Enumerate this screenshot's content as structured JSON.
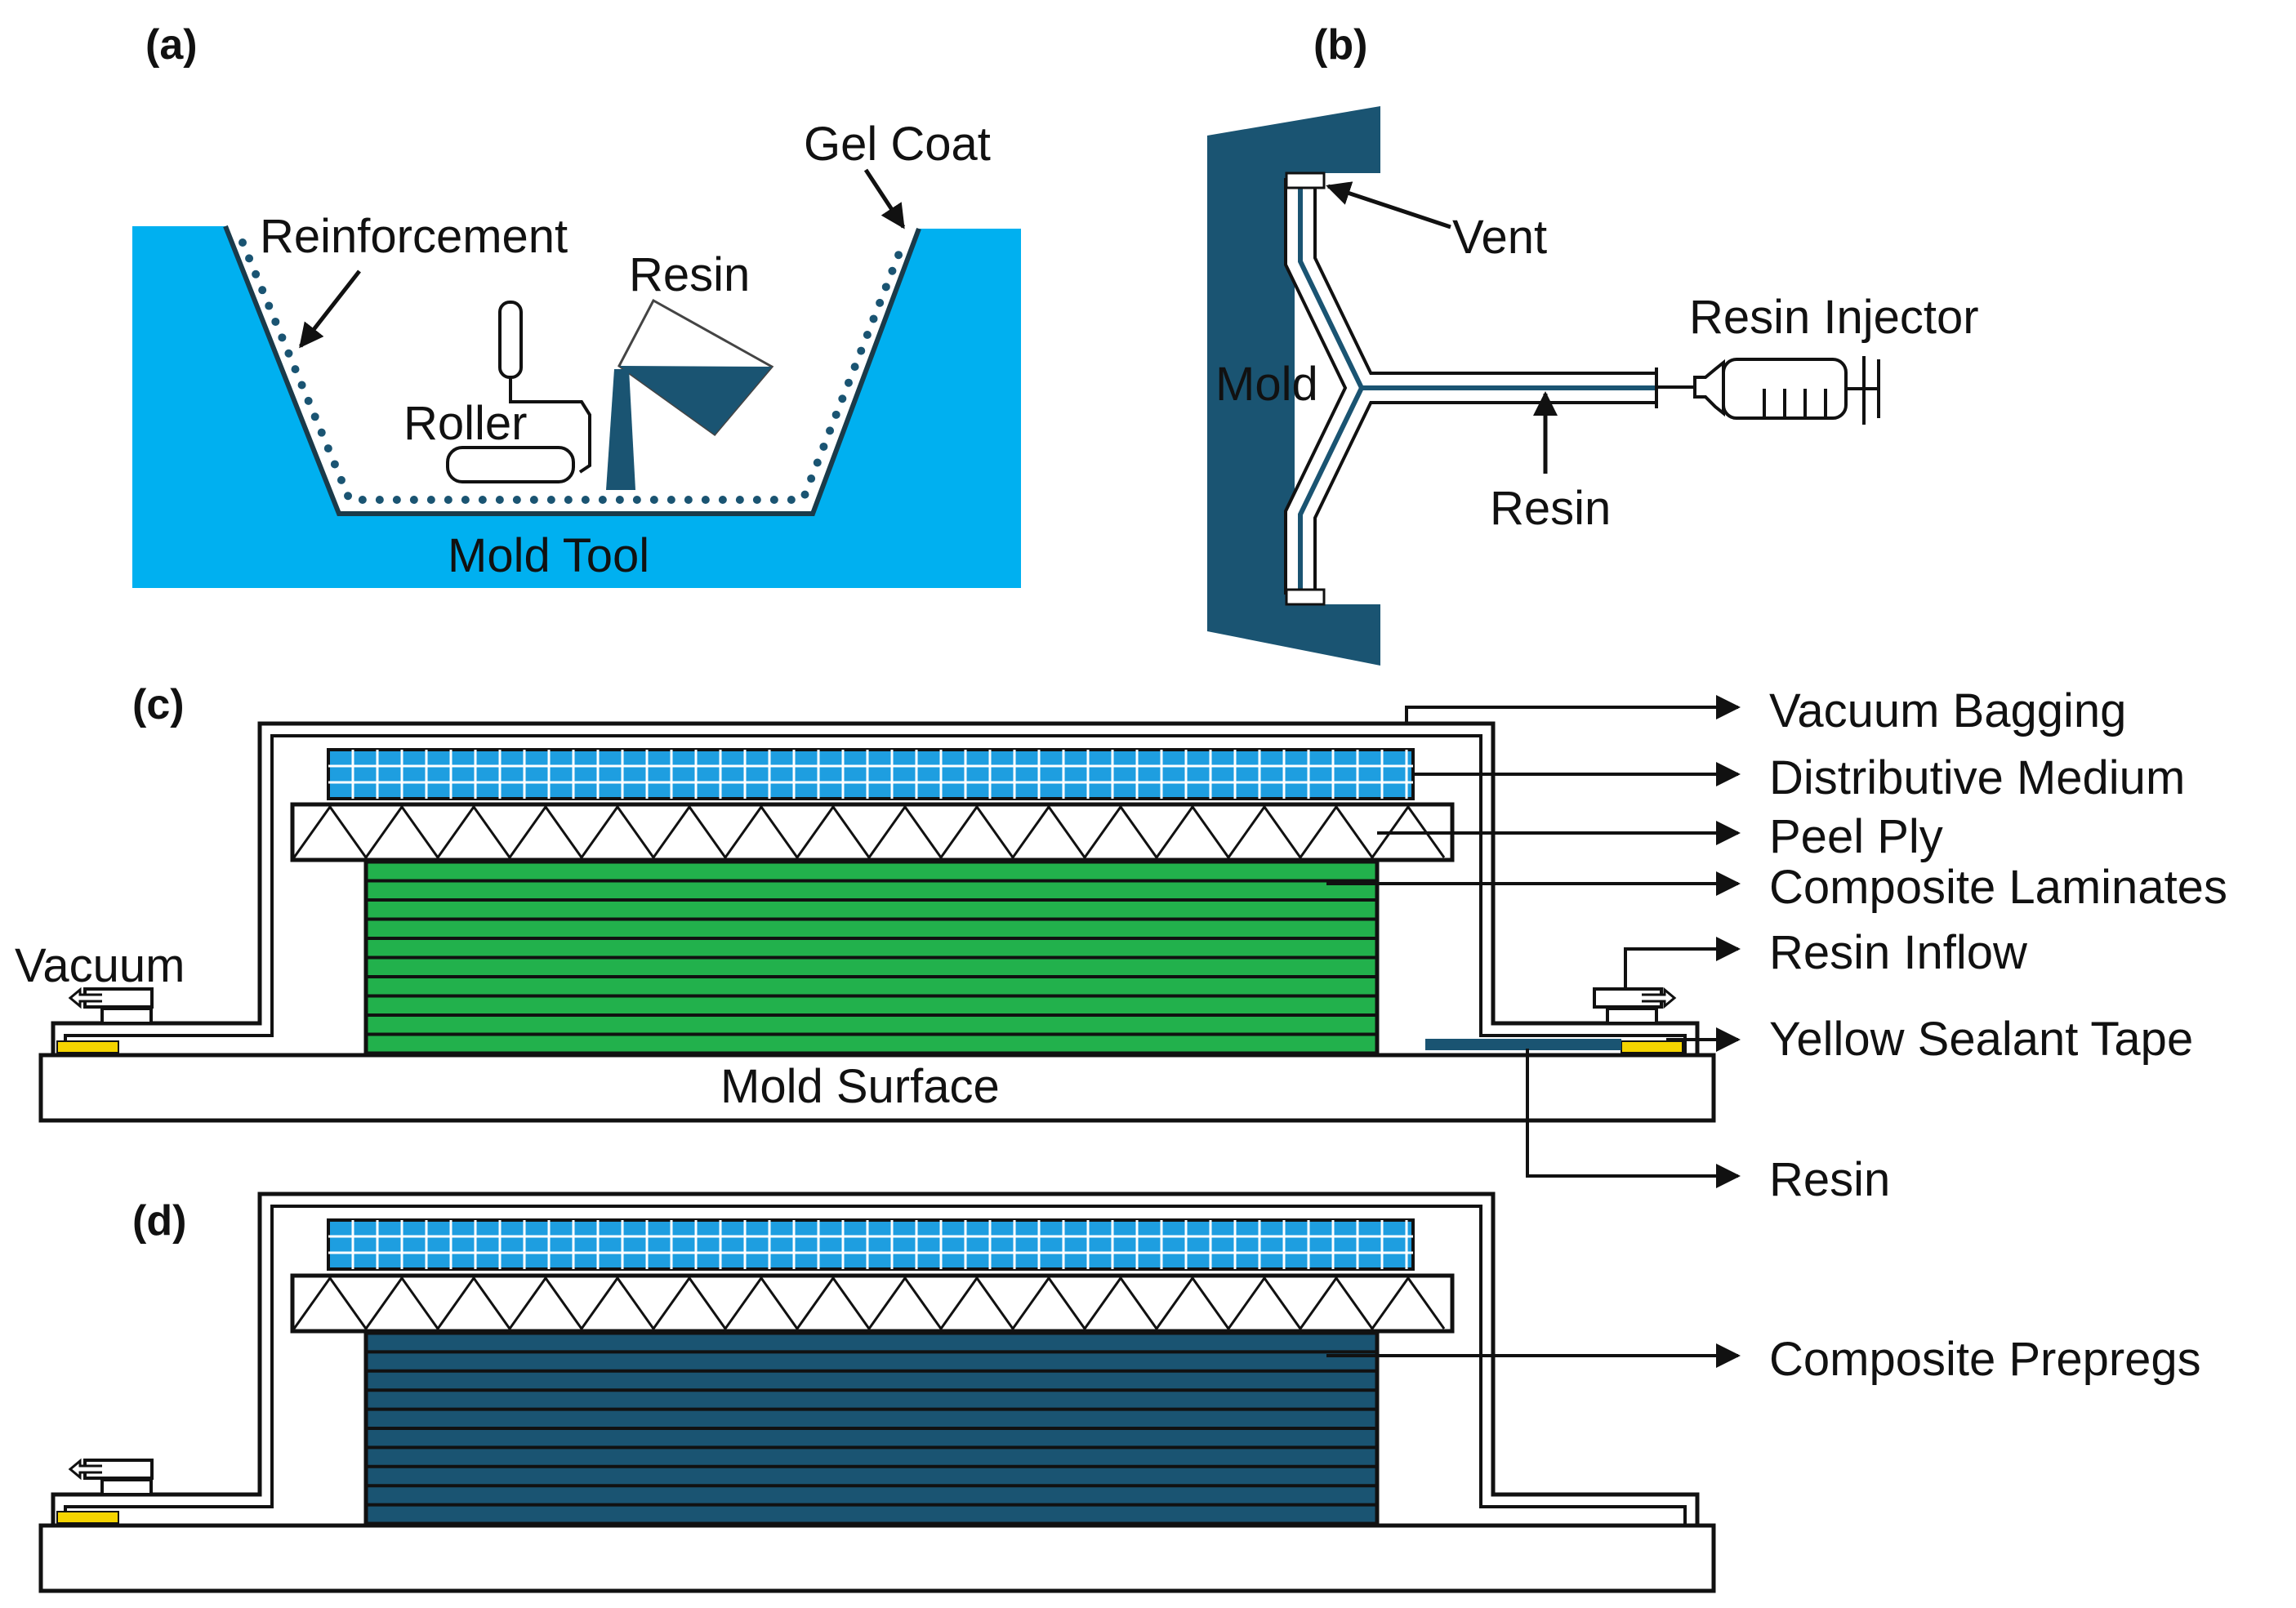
{
  "colors": {
    "mold_blue": "#00b0f0",
    "dark_navy": "#1a5472",
    "laminate_green": "#22b14c",
    "sealant_yellow": "#f5d400",
    "medium_blue": "#1e9ee0",
    "outline": "#111111"
  },
  "panel_a": {
    "tag": "(a)",
    "gel_coat": "Gel Coat",
    "reinforcement": "Reinforcement",
    "resin": "Resin",
    "roller": "Roller",
    "mold_tool": "Mold Tool"
  },
  "panel_b": {
    "tag": "(b)",
    "vent": "Vent",
    "mold": "Mold",
    "resin_injector": "Resin Injector",
    "resin": "Resin"
  },
  "panel_c": {
    "tag": "(c)",
    "vacuum": "Vacuum",
    "mold_surface": "Mold Surface",
    "vacuum_bagging": "Vacuum Bagging",
    "distributive_medium": "Distributive Medium",
    "peel_ply": "Peel Ply",
    "composite_laminates": "Composite Laminates",
    "resin_inflow": "Resin Inflow",
    "yellow_sealant_tape": "Yellow Sealant Tape",
    "resin": "Resin"
  },
  "panel_d": {
    "tag": "(d)",
    "composite_prepregs": "Composite Prepregs"
  }
}
